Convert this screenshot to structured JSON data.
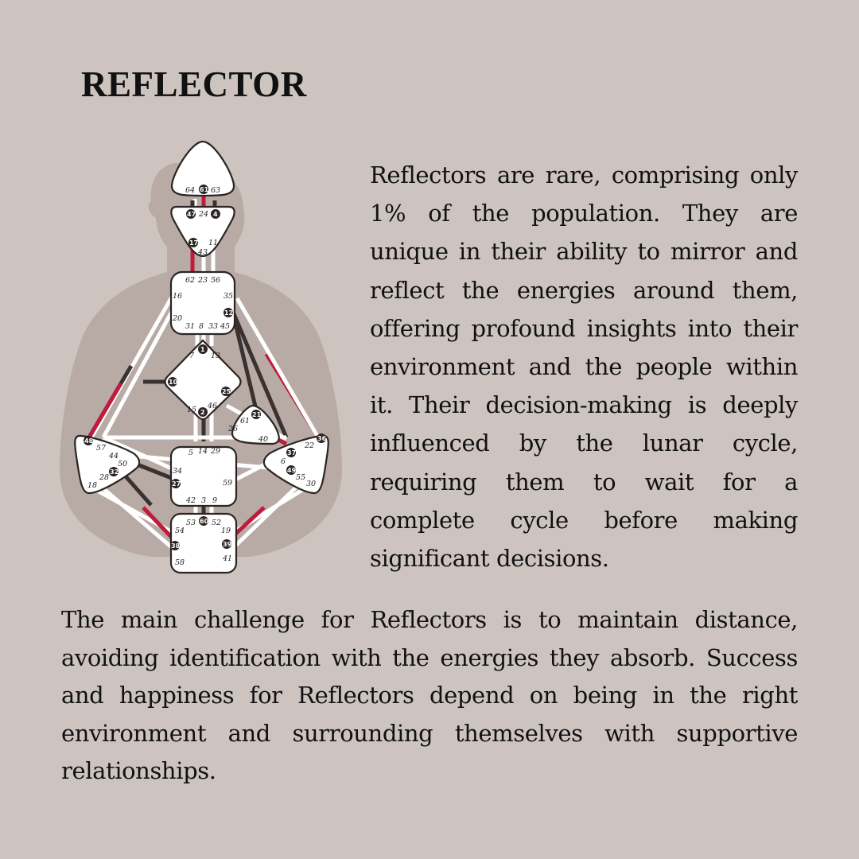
{
  "title": "REFLECTOR",
  "paragraph_1": "Reflectors are rare, comprising only 1% of the population. They are unique in their ability to mirror and reflect the energies around them, offering profound insights into their environment and the people within it. Their decision-making is deeply influenced by the lunar cycle, requiring them to wait for a complete cycle before making significant decisions.",
  "paragraph_2": "The main challenge for Reflectors is to maintain distance, avoiding identification with the energies they absorb. Success and happiness for Reflectors depend on being in the right environment and surrounding themselves with supportive relationships.",
  "colors": {
    "background": "#cdc4bf",
    "silhouette": "#b8aba5",
    "channel_red": "#c01a3c",
    "channel_black": "#3a3230"
  },
  "chart": {
    "gates_plain": [
      "64",
      "63",
      "24",
      "11",
      "43",
      "62",
      "23",
      "56",
      "16",
      "35",
      "20",
      "31",
      "8",
      "33",
      "45",
      "7",
      "13",
      "15",
      "46",
      "61",
      "26",
      "40",
      "57",
      "44",
      "50",
      "28",
      "18",
      "22",
      "6",
      "55",
      "30",
      "5",
      "14",
      "29",
      "34",
      "59",
      "42",
      "3",
      "9",
      "53",
      "52",
      "54",
      "19",
      "58",
      "41"
    ],
    "gates_active": [
      "61",
      "47",
      "4",
      "17",
      "12",
      "1",
      "10",
      "25",
      "2",
      "21",
      "48",
      "32",
      "37",
      "49",
      "36",
      "27",
      "60",
      "38",
      "39"
    ]
  }
}
